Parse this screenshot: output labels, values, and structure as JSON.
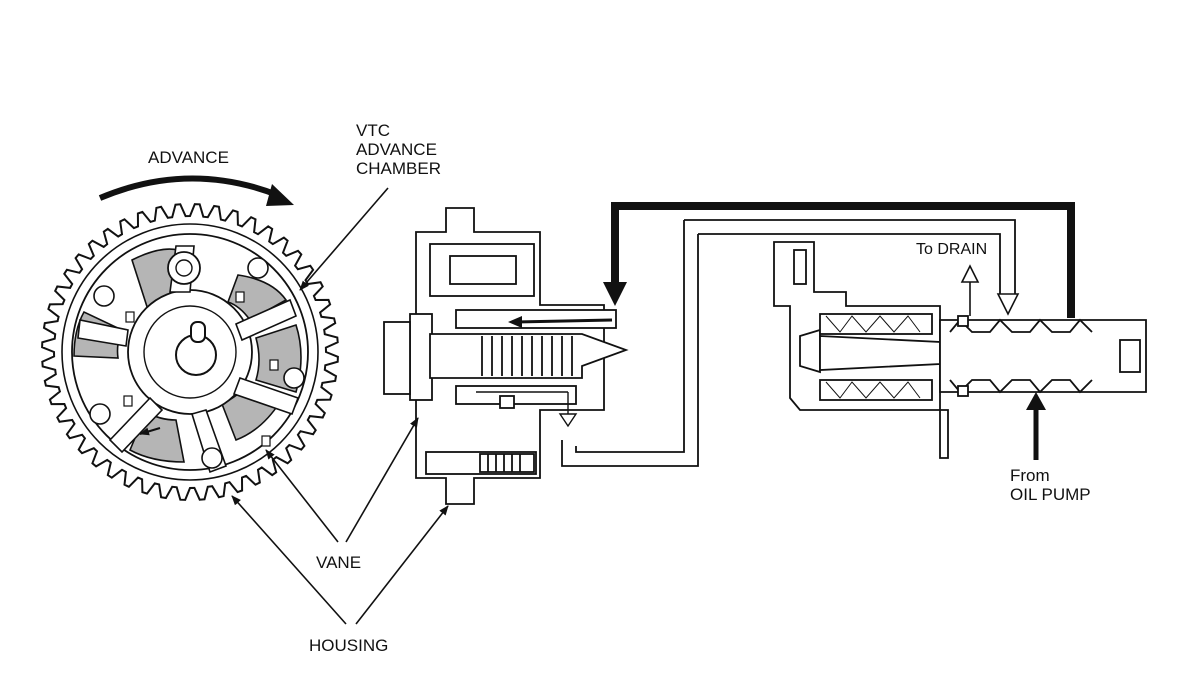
{
  "labels": {
    "advance": "ADVANCE",
    "vtc_chamber_line1": "VTC",
    "vtc_chamber_line2": "ADVANCE",
    "vtc_chamber_line3": "CHAMBER",
    "to_drain": "To DRAIN",
    "from_line1": "From",
    "from_line2": "OIL PUMP",
    "vane": "VANE",
    "housing": "HOUSING"
  },
  "colors": {
    "line": "#111111",
    "shade": "#b5b5b5",
    "background": "#ffffff"
  }
}
